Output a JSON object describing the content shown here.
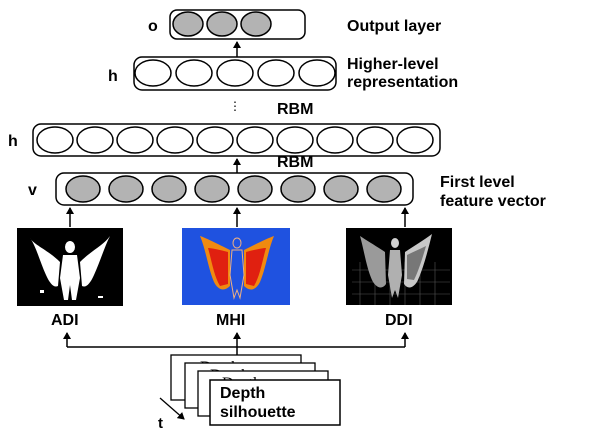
{
  "layers": {
    "output": {
      "letter": "o",
      "label": "Output layer",
      "unit_count": 3,
      "filled": true
    },
    "higher": {
      "letter": "h",
      "label_line1": "Higher-level",
      "label_line2": "representation",
      "unit_count": 5,
      "filled": false
    },
    "ellipsis": "⋮",
    "rbm_top": "RBM",
    "hidden": {
      "letter": "h",
      "unit_count": 10,
      "filled": false
    },
    "rbm_bottom": "RBM",
    "visible": {
      "letter": "v",
      "label_line1": "First level",
      "label_line2": "feature vector",
      "unit_count": 8,
      "filled": true
    }
  },
  "images": [
    {
      "label": "ADI",
      "style": "binary silhouette"
    },
    {
      "label": "MHI",
      "style": "motion history heatmap"
    },
    {
      "label": "DDI",
      "style": "grayscale depth difference"
    }
  ],
  "input": {
    "stack_text_back": "Depth",
    "stack_line1": "Depth",
    "stack_line2": "silhouette",
    "time_label": "t"
  },
  "colors": {
    "unit_fill": "#b3b3b3",
    "mhi_background": "#1f52e0",
    "mhi_orange": "#f08a10",
    "mhi_red": "#e02010"
  }
}
